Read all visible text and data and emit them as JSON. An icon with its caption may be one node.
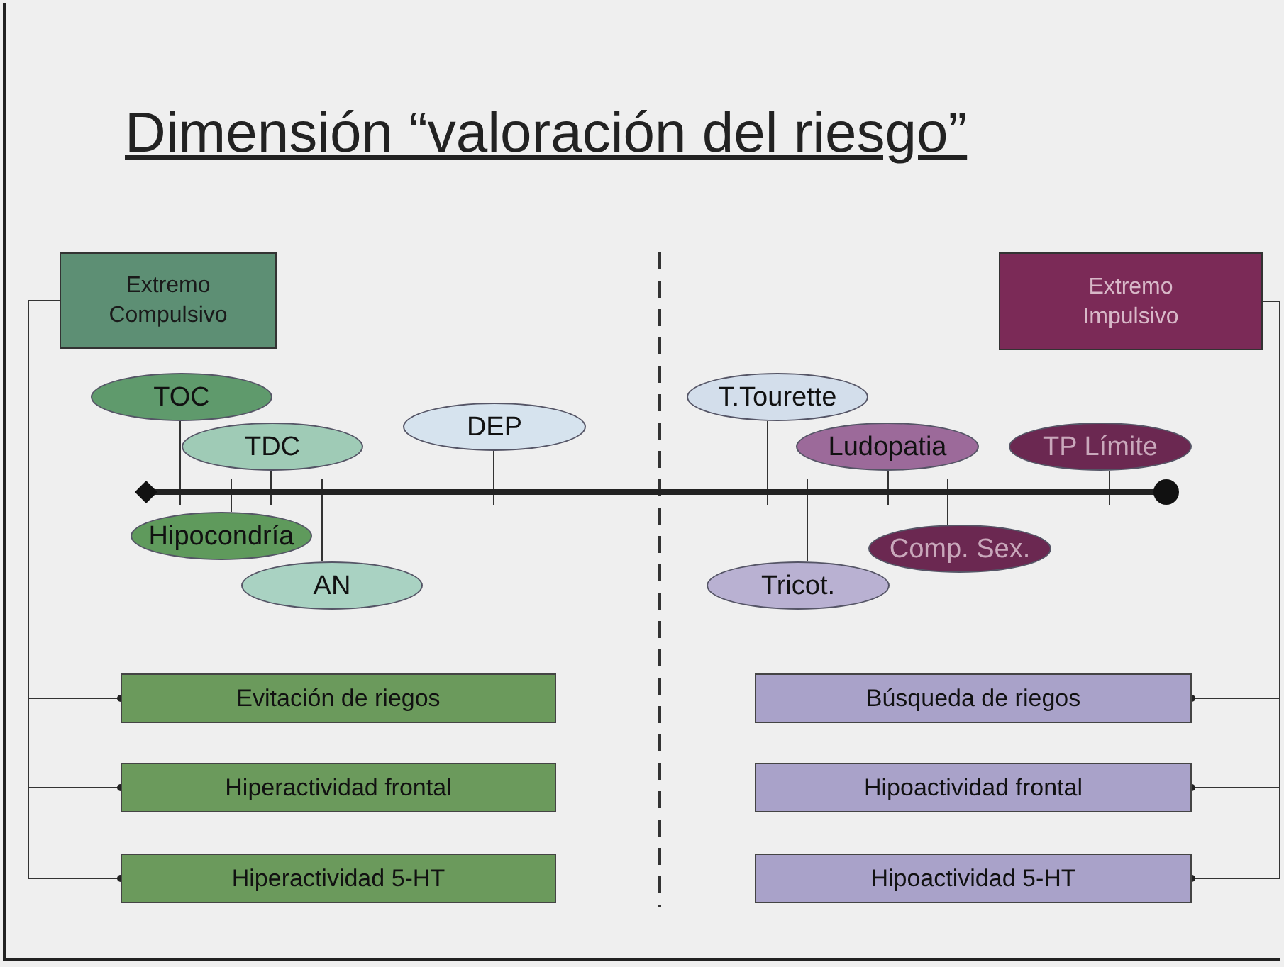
{
  "diagram": {
    "title": "Dimensión “valoración del riesgo”",
    "nodes": [
      {
        "text": [
          "Extremo Compulsivo"
        ]
      },
      {
        "text": [
          "Extremo Impulsivo"
        ]
      },
      {
        "text": [
          "TOC"
        ]
      },
      {
        "text": [
          "TDC"
        ]
      },
      {
        "text": [
          "DEP"
        ]
      },
      {
        "text": [
          "Hipocondría"
        ]
      },
      {
        "text": [
          "AN"
        ]
      },
      {
        "text": [
          "T.Tourette"
        ]
      },
      {
        "text": [
          "Ludopatia"
        ]
      },
      {
        "text": [
          "TP Límite"
        ]
      },
      {
        "text": [
          "Comp. Sex."
        ]
      },
      {
        "text": [
          "Tricot."
        ]
      },
      {
        "text": [
          "Evitación de riegos"
        ]
      },
      {
        "text": [
          "Hiperactividad frontal"
        ]
      },
      {
        "text": [
          "Hiperactividad 5-HT"
        ]
      },
      {
        "text": [
          "Búsqueda de riegos"
        ]
      },
      {
        "text": [
          "Hipoactividad frontal"
        ]
      },
      {
        "text": [
          "Hipoactividad 5-HT"
        ]
      },
      {
        "text": [],
        "shape": "bar"
      }
    ],
    "edges": [
      {
        "from": 2,
        "to": 18,
        "arrow": "none"
      },
      {
        "from": 3,
        "to": 18,
        "arrow": "none"
      },
      {
        "from": 4,
        "to": 18,
        "arrow": "none"
      },
      {
        "from": 5,
        "to": 18,
        "arrow": "none"
      },
      {
        "from": 6,
        "to": 18,
        "arrow": "none"
      },
      {
        "from": 7,
        "to": 18,
        "arrow": "none"
      },
      {
        "from": 8,
        "to": 18,
        "arrow": "none"
      },
      {
        "from": 9,
        "to": 18,
        "arrow": "none"
      },
      {
        "from": 10,
        "to": 18,
        "arrow": "none"
      },
      {
        "from": 11,
        "to": 18,
        "arrow": "none"
      },
      {
        "from": 0,
        "to": 12,
        "arrow": "other"
      },
      {
        "from": 0,
        "to": 13,
        "arrow": "other"
      },
      {
        "from": 0,
        "to": 14,
        "arrow": "other"
      },
      {
        "from": 1,
        "to": 15,
        "arrow": "other"
      },
      {
        "from": 1,
        "to": 16,
        "arrow": "other"
      },
      {
        "from": 1,
        "to": 17,
        "arrow": "other"
      }
    ]
  }
}
